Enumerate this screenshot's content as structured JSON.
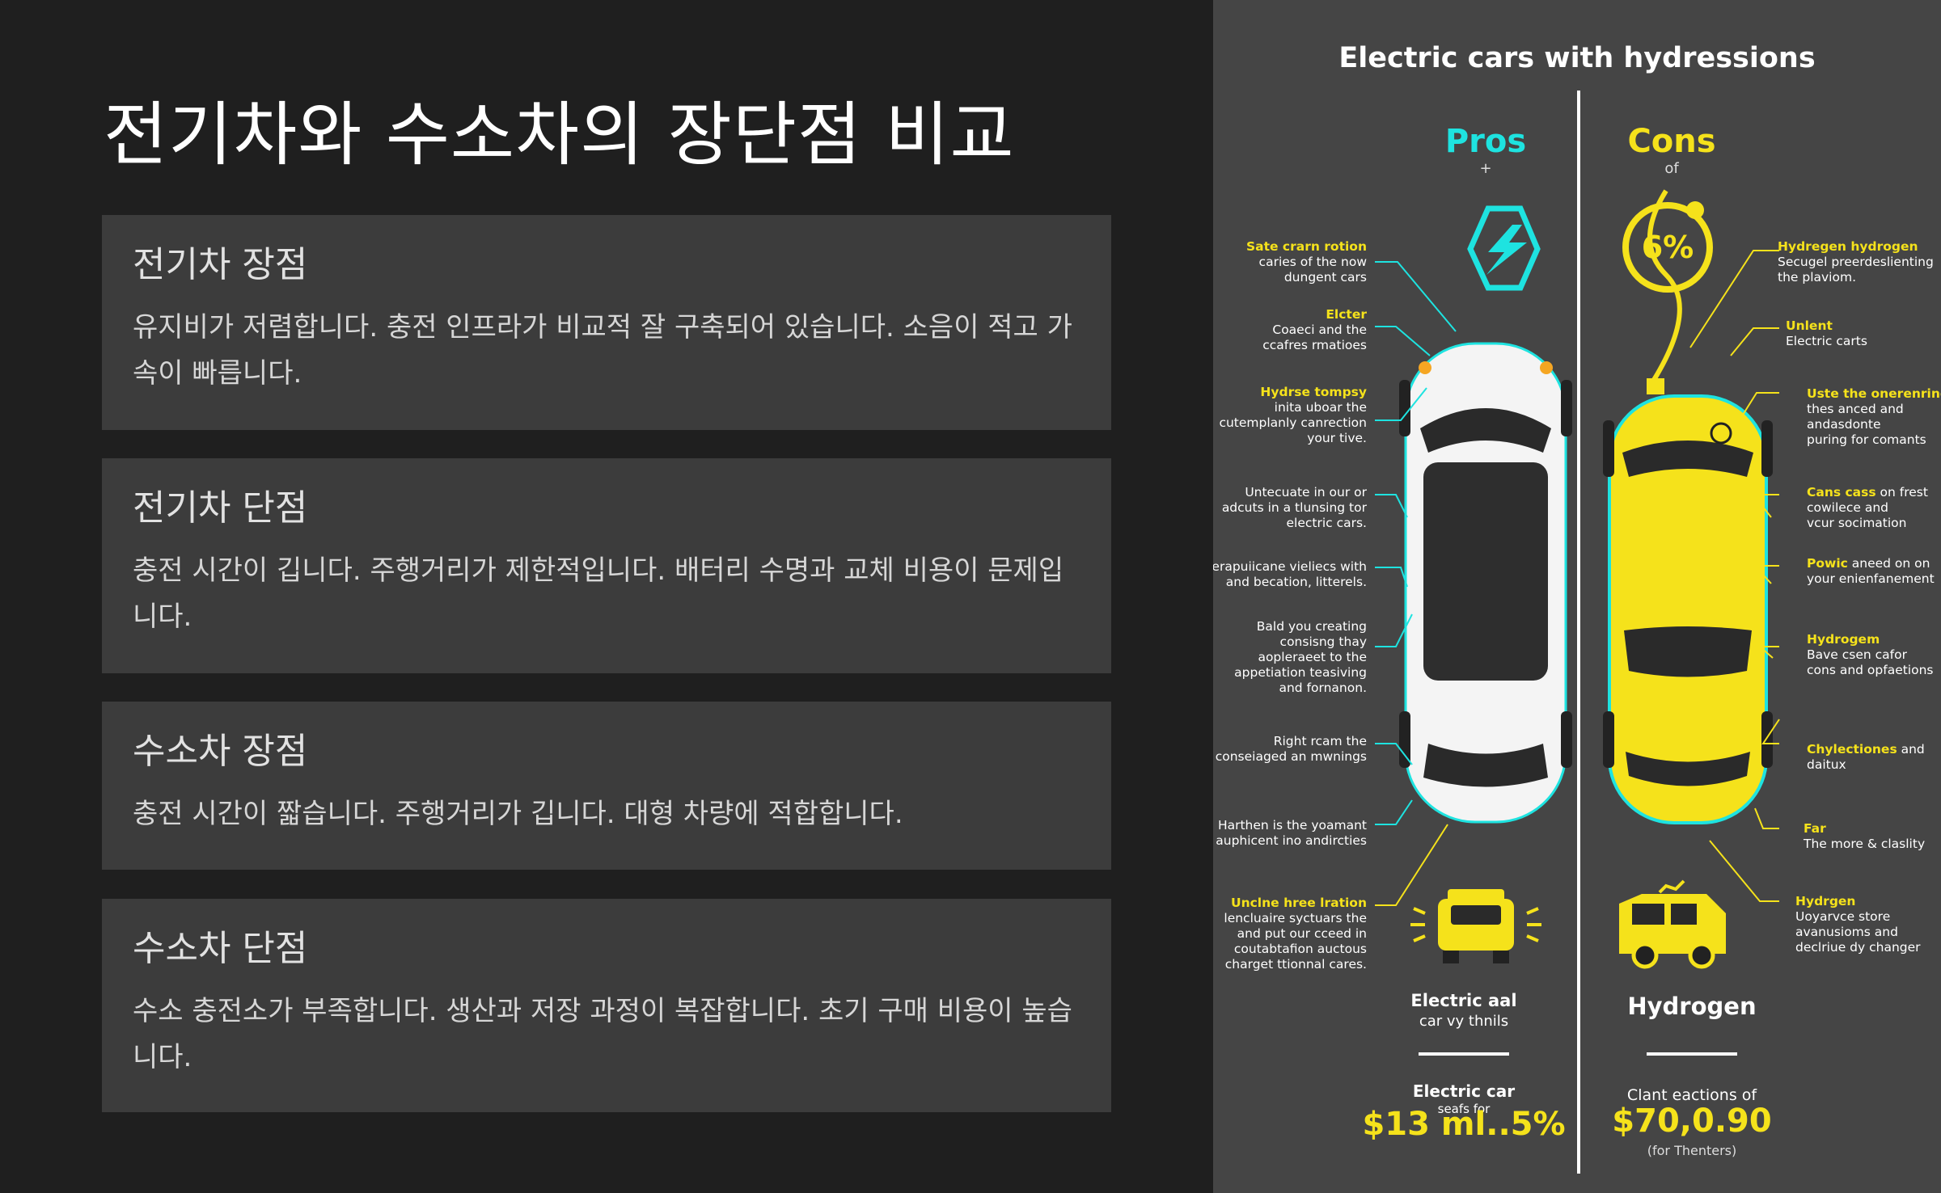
{
  "slide": {
    "title": "전기차와 수소차의 장단점 비교",
    "cards": [
      {
        "title": "전기차 장점",
        "body": "유지비가 저렴합니다. 충전 인프라가 비교적 잘 구축되어 있습니다. 소음이 적고 가속이 빠릅니다."
      },
      {
        "title": "전기차 단점",
        "body": "충전 시간이 깁니다. 주행거리가 제한적입니다. 배터리 수명과 교체 비용이 문제입니다."
      },
      {
        "title": "수소차 장점",
        "body": "충전 시간이 짧습니다. 주행거리가 깁니다. 대형 차량에 적합합니다."
      },
      {
        "title": "수소차 단점",
        "body": "수소 충전소가 부족합니다. 생산과 저장 과정이 복잡합니다. 초기 구매 비용이 높습니다."
      }
    ]
  },
  "infographic": {
    "title": "Electric cars with hydressions",
    "pros": {
      "label": "Pros",
      "sub": "+"
    },
    "cons": {
      "label": "Cons",
      "sub": "of"
    },
    "badge_text": "6%",
    "left_callouts": [
      {
        "head": "Sate crarn rotion",
        "lines": [
          "caries of the now",
          "dungent cars"
        ]
      },
      {
        "head": "Elcter",
        "lines": [
          "Coaeci and the",
          "ccafres rmatioes"
        ]
      },
      {
        "head": "Hydrse tompsy",
        "lines": [
          "inita uboar the",
          "cutemplanly canrection",
          "your tive."
        ]
      },
      {
        "head": "",
        "lines": [
          "Untecuate in our or",
          "adcuts in a tlunsing tor",
          "electric cars."
        ]
      },
      {
        "head": "",
        "lines": [
          "Rerapuiicane vieliecs with",
          "and becation, litterels."
        ]
      },
      {
        "head": "",
        "lines": [
          "Bald you creating",
          "consisng thay",
          "aopleraeet to the",
          "appetiation teasiving",
          "and fornanon."
        ]
      },
      {
        "head": "",
        "lines": [
          "Right rcam the",
          "conseiaged an mwnings"
        ]
      },
      {
        "head": "",
        "lines": [
          "Harthen is the yoamant",
          "auphicent ino andircties"
        ]
      },
      {
        "head": "Unclne hree lration",
        "lines": [
          "lencluaire syctuars the",
          "and put our cceed in",
          "coutabtafion auctous",
          "charget ttionnal cares."
        ]
      }
    ],
    "right_callouts": [
      {
        "head": "Hydregen hydrogen",
        "lines": [
          "Secugel preerdeslienting",
          "the plaviom."
        ]
      },
      {
        "head": "Unlent",
        "lines": [
          "Electric carts"
        ]
      },
      {
        "head": "Uste the onerenring",
        "lines": [
          "thes anced and",
          "andasdonte",
          "puring for comants"
        ]
      },
      {
        "head": "Cans cass",
        "head_tail": " on frest",
        "lines": [
          "cowilece and",
          "vcur socimation"
        ]
      },
      {
        "head": "Powic",
        "head_tail": " aneed on on",
        "lines": [
          "your enienfanement"
        ]
      },
      {
        "head": "Hydrogem",
        "lines": [
          "Bave csen cafor",
          "cons and opfaetions"
        ]
      },
      {
        "head": "Chylectiones",
        "head_tail": " and",
        "lines": [
          "daitux"
        ]
      },
      {
        "head": "Far",
        "lines": [
          "The more & claslity"
        ]
      },
      {
        "head": "Hydrgen",
        "lines": [
          "Uoyarvce store",
          "avanusioms and",
          "declriue dy changer"
        ]
      }
    ],
    "bottom_left": {
      "label_lines": [
        "Electric aal",
        "car vy thnils"
      ],
      "price_lines": [
        "Electric car",
        "seafs for"
      ],
      "price": "$13 ml..5%"
    },
    "bottom_right": {
      "label": "Hydrogen",
      "price_lines": [
        "Clant eactions of"
      ],
      "price": "$70,0.90",
      "price_note": "(for Thenters)"
    },
    "colors": {
      "background": "#454545",
      "cyan": "#1ee3e0",
      "yellow": "#f5e21b",
      "white_car": "#f4f4f4"
    },
    "icons": [
      "lightning-hexagon-icon",
      "percent-badge-icon",
      "small-electric-car-icon",
      "hydrogen-van-icon"
    ]
  }
}
